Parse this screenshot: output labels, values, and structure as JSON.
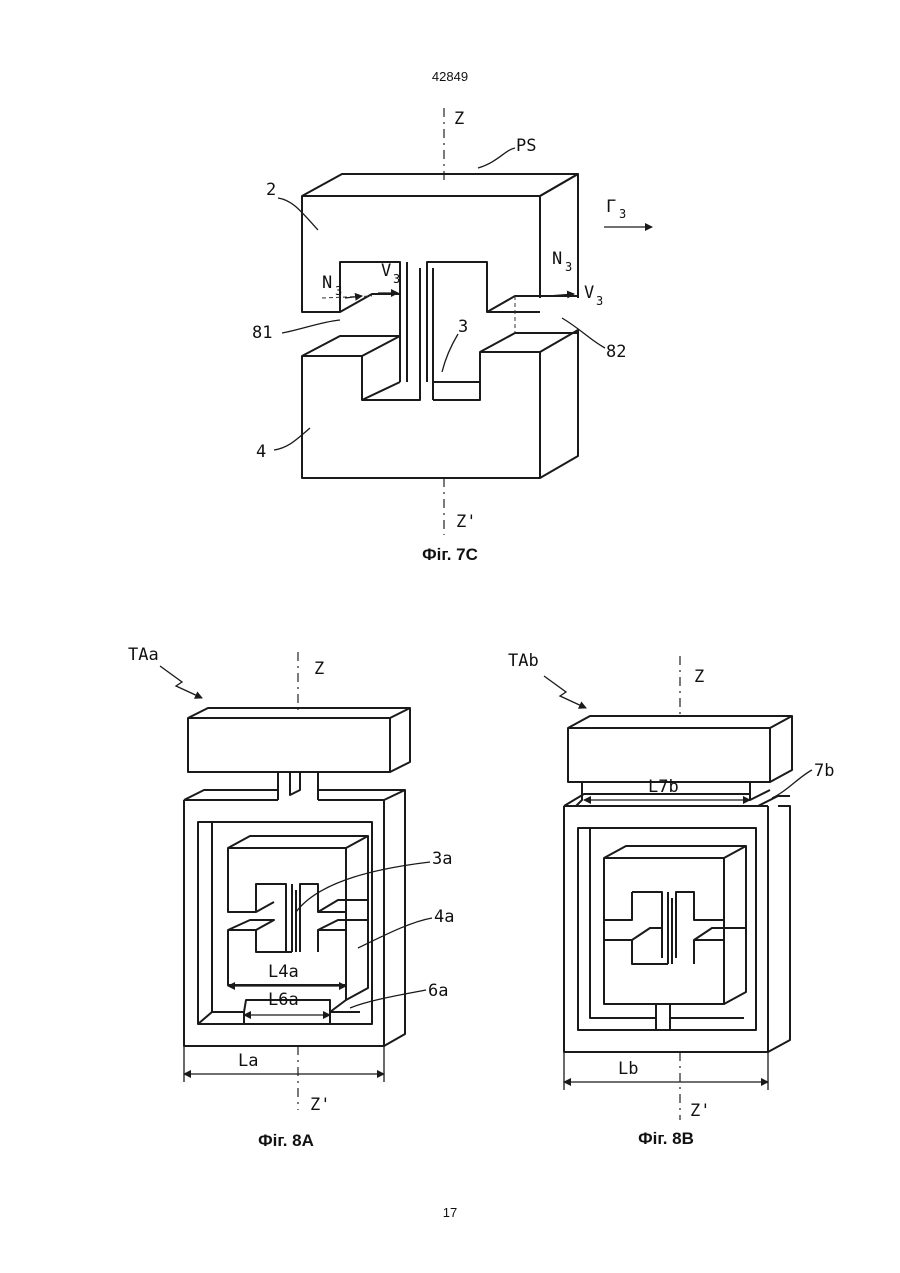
{
  "page": {
    "top_number": "42849",
    "bottom_number": "17"
  },
  "fig7c": {
    "caption": "Фіг. 7С",
    "labels": {
      "z_top": "Z",
      "z_bottom": "Z'",
      "ps": "PS",
      "block_top": "2",
      "block_bottom": "4",
      "beam": "3",
      "gap_left": "81",
      "gap_right": "82",
      "gamma": "Γ",
      "gamma_sub": "3",
      "n_left": "N",
      "n_left_sub": "3",
      "v_left": "V",
      "v_left_sub": "3",
      "n_right": "N",
      "n_right_sub": "3",
      "v_right": "V",
      "v_right_sub": "3"
    }
  },
  "fig8a": {
    "caption": "Фіг. 8А",
    "labels": {
      "assembly": "TAa",
      "z_top": "Z",
      "z_bottom": "Z'",
      "beam": "3a",
      "block": "4a",
      "link": "6a",
      "width_inner": "L4a",
      "width_link": "L6a",
      "width_total": "La"
    }
  },
  "fig8b": {
    "caption": "Фіг. 8В",
    "labels": {
      "assembly": "TAb",
      "z_top": "Z",
      "z_bottom": "Z'",
      "link": "7b",
      "width_link": "L7b",
      "width_total": "Lb"
    }
  }
}
